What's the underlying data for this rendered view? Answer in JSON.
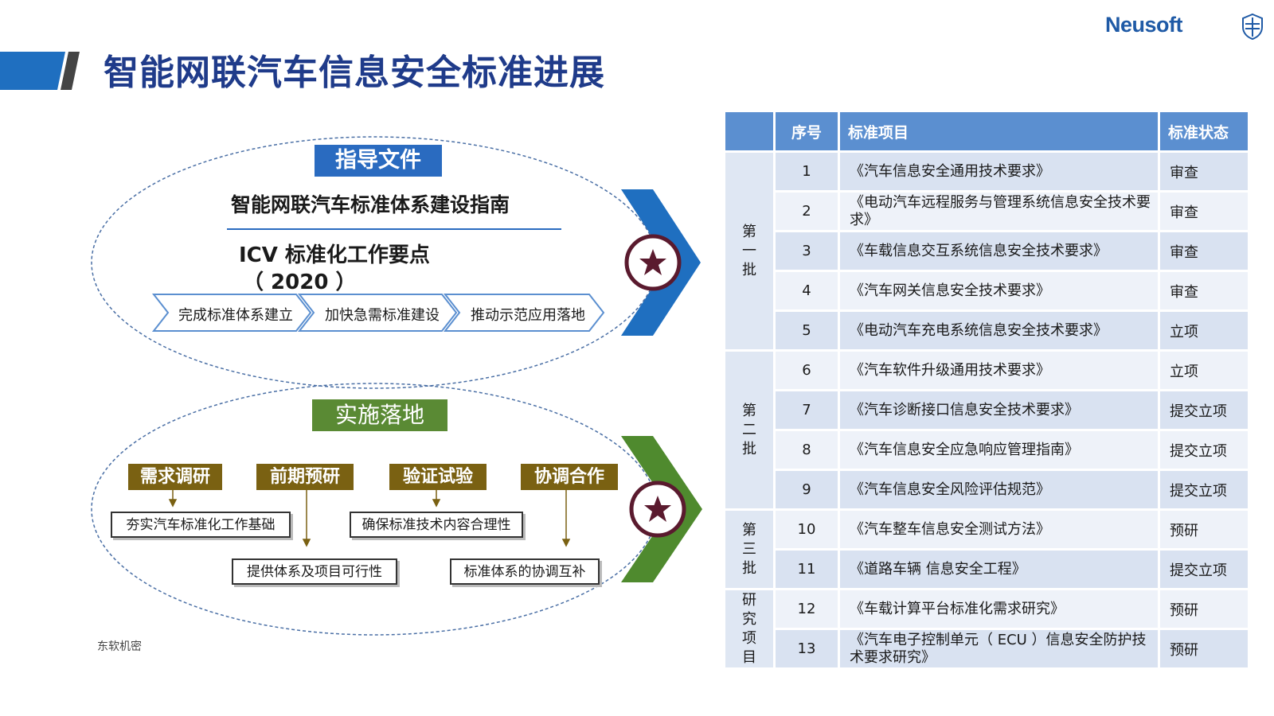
{
  "header": {
    "title": "智能网联汽车信息安全标准进展",
    "logo": "Neusoft"
  },
  "guidance": {
    "label": "指导文件",
    "doc_title": "智能网联汽车标准体系建设指南",
    "icv_line1": "ICV 标准化工作要点",
    "icv_line2": "（ 2020 ）",
    "steps": [
      "完成标准体系建立",
      "加快急需标准建设",
      "推动示范应用落地"
    ]
  },
  "implementation": {
    "label": "实施落地",
    "tasks": [
      "需求调研",
      "前期预研",
      "验证试验",
      "协调合作"
    ],
    "outcomes": [
      "夯实汽车标准化工作基础",
      "提供体系及项目可行性",
      "确保标准技术内容合理性",
      "标准体系的协调互补"
    ]
  },
  "footer": {
    "confidential": "东软机密"
  },
  "table": {
    "headers": [
      "",
      "序号",
      "标准项目",
      "标准状态"
    ],
    "groups": [
      {
        "label": "第一批",
        "rows": [
          {
            "no": "1",
            "name": "《汽车信息安全通用技术要求》",
            "status": "审查"
          },
          {
            "no": "2",
            "name": "《电动汽车远程服务与管理系统信息安全技术要求》",
            "status": "审查"
          },
          {
            "no": "3",
            "name": "《车载信息交互系统信息安全技术要求》",
            "status": "审查"
          },
          {
            "no": "4",
            "name": "《汽车网关信息安全技术要求》",
            "status": "审查"
          },
          {
            "no": "5",
            "name": "《电动汽车充电系统信息安全技术要求》",
            "status": "立项"
          }
        ]
      },
      {
        "label": "第二批",
        "rows": [
          {
            "no": "6",
            "name": "《汽车软件升级通用技术要求》",
            "status": "立项"
          },
          {
            "no": "7",
            "name": "《汽车诊断接口信息安全技术要求》",
            "status": "提交立项"
          },
          {
            "no": "8",
            "name": "《汽车信息安全应急响应管理指南》",
            "status": "提交立项"
          },
          {
            "no": "9",
            "name": "《汽车信息安全风险评估规范》",
            "status": "提交立项"
          }
        ]
      },
      {
        "label": "第三批",
        "rows": [
          {
            "no": "10",
            "name": "《汽车整车信息安全测试方法》",
            "status": "预研"
          },
          {
            "no": "11",
            "name": "《道路车辆 信息安全工程》",
            "status": "提交立项"
          }
        ]
      },
      {
        "label": "研究项目",
        "rows": [
          {
            "no": "12",
            "name": "《车载计算平台标准化需求研究》",
            "status": "预研"
          },
          {
            "no": "13",
            "name": "《汽车电子控制单元（ ECU ）信息安全防护技 术要求研究》",
            "status": "预研"
          }
        ]
      }
    ]
  },
  "colors": {
    "title": "#1f3b8a",
    "blue_accent": "#2a6bc0",
    "green_accent": "#5a8a34",
    "gold": "#7a6112",
    "table_header": "#5b8fd0",
    "star_circle": "#5a1a2e"
  }
}
